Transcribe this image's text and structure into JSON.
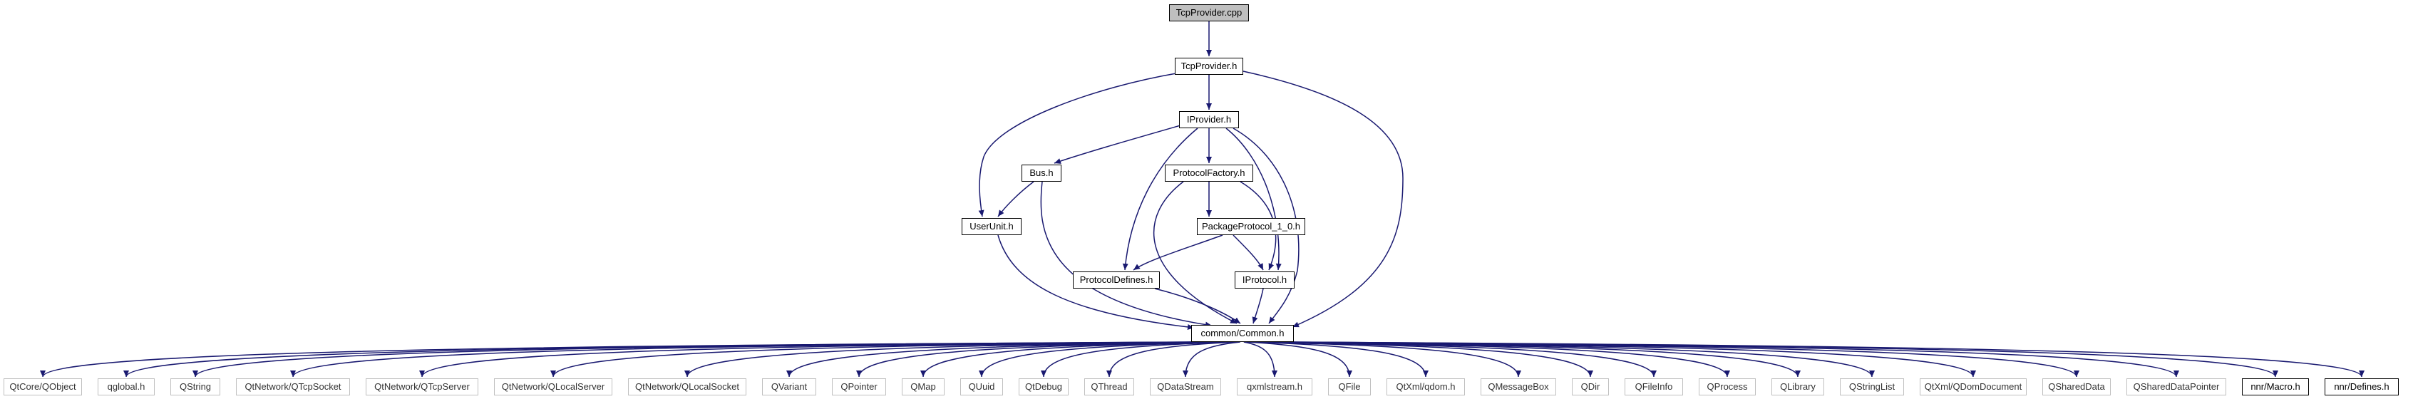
{
  "colors": {
    "edge": "#191970",
    "node_border": "#000000",
    "ext_border": "#bfbfbf",
    "root_fill": "#bfbfbf"
  },
  "nodes": {
    "root": "TcpProvider.cpp",
    "tcpprovider_h": "TcpProvider.h",
    "iprovider_h": "IProvider.h",
    "bus_h": "Bus.h",
    "protocolfactory_h": "ProtocolFactory.h",
    "userunit_h": "UserUnit.h",
    "packageprotocol_h": "PackageProtocol_1_0.h",
    "protocoldefines_h": "ProtocolDefines.h",
    "iprotocol_h": "IProtocol.h",
    "common_h": "common/Common.h"
  },
  "bottom_nodes": [
    "QtCore/QObject",
    "qglobal.h",
    "QString",
    "QtNetwork/QTcpSocket",
    "QtNetwork/QTcpServer",
    "QtNetwork/QLocalServer",
    "QtNetwork/QLocalSocket",
    "QVariant",
    "QPointer",
    "QMap",
    "QUuid",
    "QtDebug",
    "QThread",
    "QDataStream",
    "qxmlstream.h",
    "QFile",
    "QtXml/qdom.h",
    "QMessageBox",
    "QDir",
    "QFileInfo",
    "QProcess",
    "QLibrary",
    "QStringList",
    "QtXml/QDomDocument",
    "QSharedData",
    "QSharedDataPointer",
    "nnr/Macro.h",
    "nnr/Defines.h"
  ]
}
